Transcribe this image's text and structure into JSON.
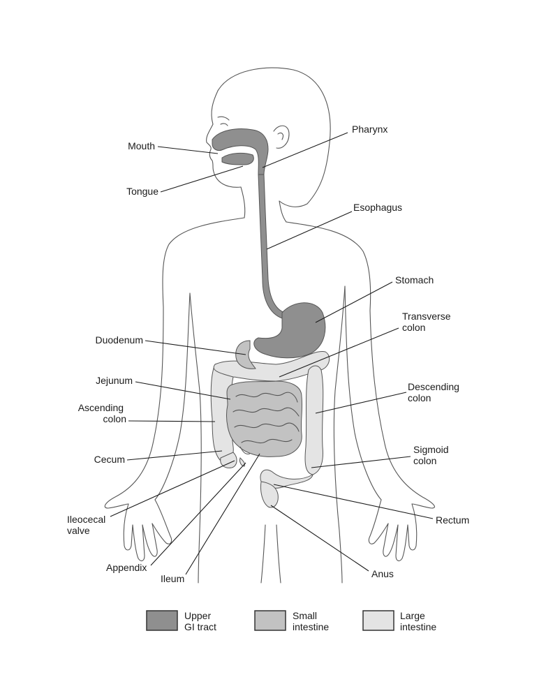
{
  "colors": {
    "upper_gi": "#8f8f8f",
    "small_intestine": "#c2c2c2",
    "large_intestine": "#e4e4e4",
    "outline": "#555555",
    "text": "#1a1a1a"
  },
  "labels": {
    "mouth": "Mouth",
    "tongue": "Tongue",
    "pharynx": "Pharynx",
    "esophagus": "Esophagus",
    "stomach": "Stomach",
    "transverse_colon": [
      "Transverse",
      "colon"
    ],
    "duodenum": "Duodenum",
    "jejunum": "Jejunum",
    "descending_colon": [
      "Descending",
      "colon"
    ],
    "ascending_colon": [
      "Ascending",
      "colon"
    ],
    "cecum": "Cecum",
    "sigmoid_colon": [
      "Sigmoid",
      "colon"
    ],
    "ileocecal_valve": [
      "Ileocecal",
      "valve"
    ],
    "rectum": "Rectum",
    "appendix": "Appendix",
    "anus": "Anus",
    "ileum": "Ileum"
  },
  "legend": [
    {
      "key": "upper_gi",
      "lines": [
        "Upper",
        "GI tract"
      ]
    },
    {
      "key": "small_intestine",
      "lines": [
        "Small",
        "intestine"
      ]
    },
    {
      "key": "large_intestine",
      "lines": [
        "Large",
        "intestine"
      ]
    }
  ]
}
